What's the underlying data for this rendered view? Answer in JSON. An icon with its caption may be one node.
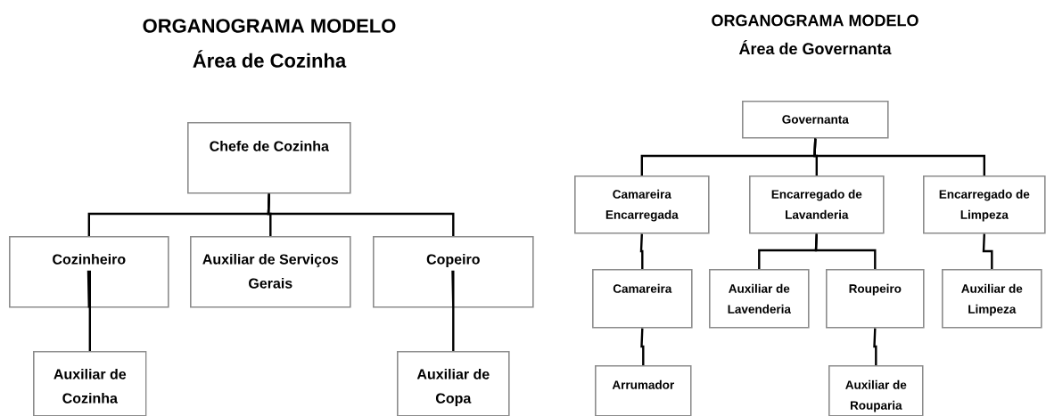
{
  "diagram": {
    "nodes": [
      {
        "text": [
          "Chefe de Cozinha"
        ]
      },
      {
        "text": [
          "Cozinheiro"
        ]
      },
      {
        "text": [
          "Auxiliar de Serviços Gerais"
        ]
      },
      {
        "text": [
          "Copeiro"
        ]
      },
      {
        "text": [
          "Auxiliar de Cozinha"
        ]
      },
      {
        "text": [
          "Auxiliar de Copa"
        ]
      },
      {
        "text": [
          "Governanta"
        ]
      },
      {
        "text": [
          "Camareira Encarregada"
        ]
      },
      {
        "text": [
          "Encarregado de Lavanderia"
        ]
      },
      {
        "text": [
          "Encarregado de Limpeza"
        ]
      },
      {
        "text": [
          "Camareira"
        ]
      },
      {
        "text": [
          "Auxiliar de Lavenderia"
        ]
      },
      {
        "text": [
          "Roupeiro"
        ]
      },
      {
        "text": [
          "Auxiliar de Limpeza"
        ]
      },
      {
        "text": [
          "Arrumador"
        ]
      },
      {
        "text": [
          "Auxiliar de Rouparia"
        ]
      }
    ],
    "edges": [
      {
        "from": 0,
        "to": 1,
        "arrow": "none"
      },
      {
        "from": 0,
        "to": 2,
        "arrow": "none"
      },
      {
        "from": 0,
        "to": 3,
        "arrow": "none"
      },
      {
        "from": 1,
        "to": 4,
        "arrow": "none"
      },
      {
        "from": 3,
        "to": 5,
        "arrow": "none"
      },
      {
        "from": 6,
        "to": 7,
        "arrow": "none"
      },
      {
        "from": 6,
        "to": 8,
        "arrow": "none"
      },
      {
        "from": 6,
        "to": 9,
        "arrow": "none"
      },
      {
        "from": 7,
        "to": 10,
        "arrow": "none"
      },
      {
        "from": 8,
        "to": 11,
        "arrow": "none"
      },
      {
        "from": 8,
        "to": 12,
        "arrow": "none"
      },
      {
        "from": 9,
        "to": 13,
        "arrow": "none"
      },
      {
        "from": 10,
        "to": 14,
        "arrow": "none"
      },
      {
        "from": 12,
        "to": 15,
        "arrow": "none"
      }
    ],
    "labels": [
      "ORGANOGRAMA MODELO",
      "Área de Cozinha",
      "ORGANOGRAMA MODELO",
      "Área de Governanta"
    ]
  }
}
